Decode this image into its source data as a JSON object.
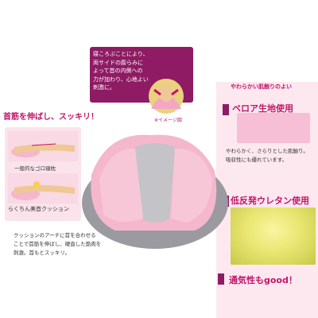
{
  "callout": {
    "lines": [
      "寝ころぶことにより、",
      "両サイドの膨らみに",
      "よって首の内側への",
      "力が加わり、心地よい",
      "刺激に。"
    ],
    "caption": "※イメージ図"
  },
  "right": {
    "soft_caption": "やわらかい肌触りのよい",
    "velour_heading": "ベロア生地使用",
    "velour_desc": [
      "やわらかく、さらりとした肌触り。",
      "吸収性にも優れています。"
    ],
    "foam_heading": "低反発ウレタン使用",
    "air_heading": "通気性もgood！"
  },
  "left": {
    "heading": "首筋を伸ばし、スッキリ！",
    "ordinary_label": "一般的なゴロ寝枕",
    "rakuchin_label": "らくちん美首クッション",
    "desc": [
      "クッションのアーチに首を合わせる",
      "ことで首筋を伸ばし、硬直した筋肉を",
      "刺激。首もとスッキリ。"
    ]
  },
  "colors": {
    "accent": "#c0166a",
    "callout_bg": "#8e1b63",
    "panel_bg": "#fde8ef",
    "pillow": "#f4b7cc"
  }
}
